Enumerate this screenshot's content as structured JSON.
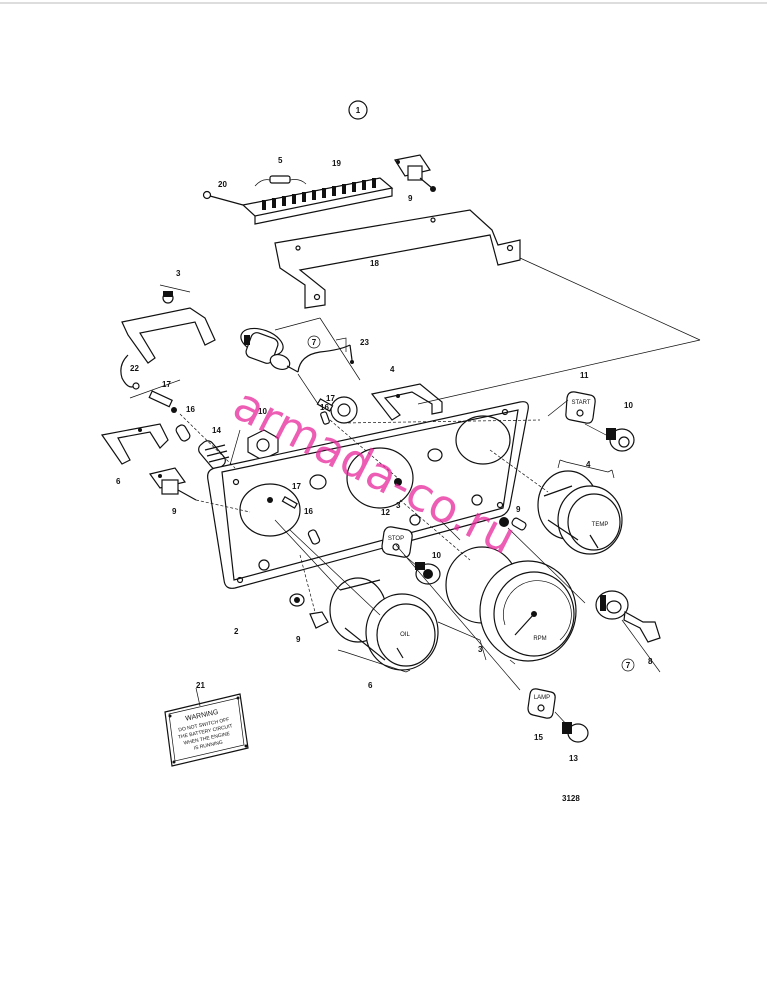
{
  "diagram": {
    "view_number": "1",
    "figure_number": "3128",
    "watermark": "armada-co.ru",
    "callouts": [
      "20",
      "5",
      "19",
      "9",
      "18",
      "3",
      "7",
      "23",
      "22",
      "17",
      "16",
      "14",
      "6",
      "10",
      "4",
      "11",
      "10",
      "17",
      "16",
      "12",
      "9",
      "10",
      "9",
      "3",
      "6",
      "2",
      "8",
      "7",
      "15",
      "13",
      "9",
      "3",
      "4",
      "17",
      "16"
    ],
    "gauge_labels": {
      "temp": "TEMP",
      "oil": "OIL",
      "rpm": "RPM",
      "start": "START",
      "stop": "STOP",
      "lamp": "LAMP"
    },
    "warning_plate": {
      "title": "WARNING",
      "lines": [
        "DO NOT SWITCH OFF",
        "THE BATTERY CIRCUIT",
        "WHEN THE ENGINE",
        "IS RUNNING"
      ]
    }
  }
}
